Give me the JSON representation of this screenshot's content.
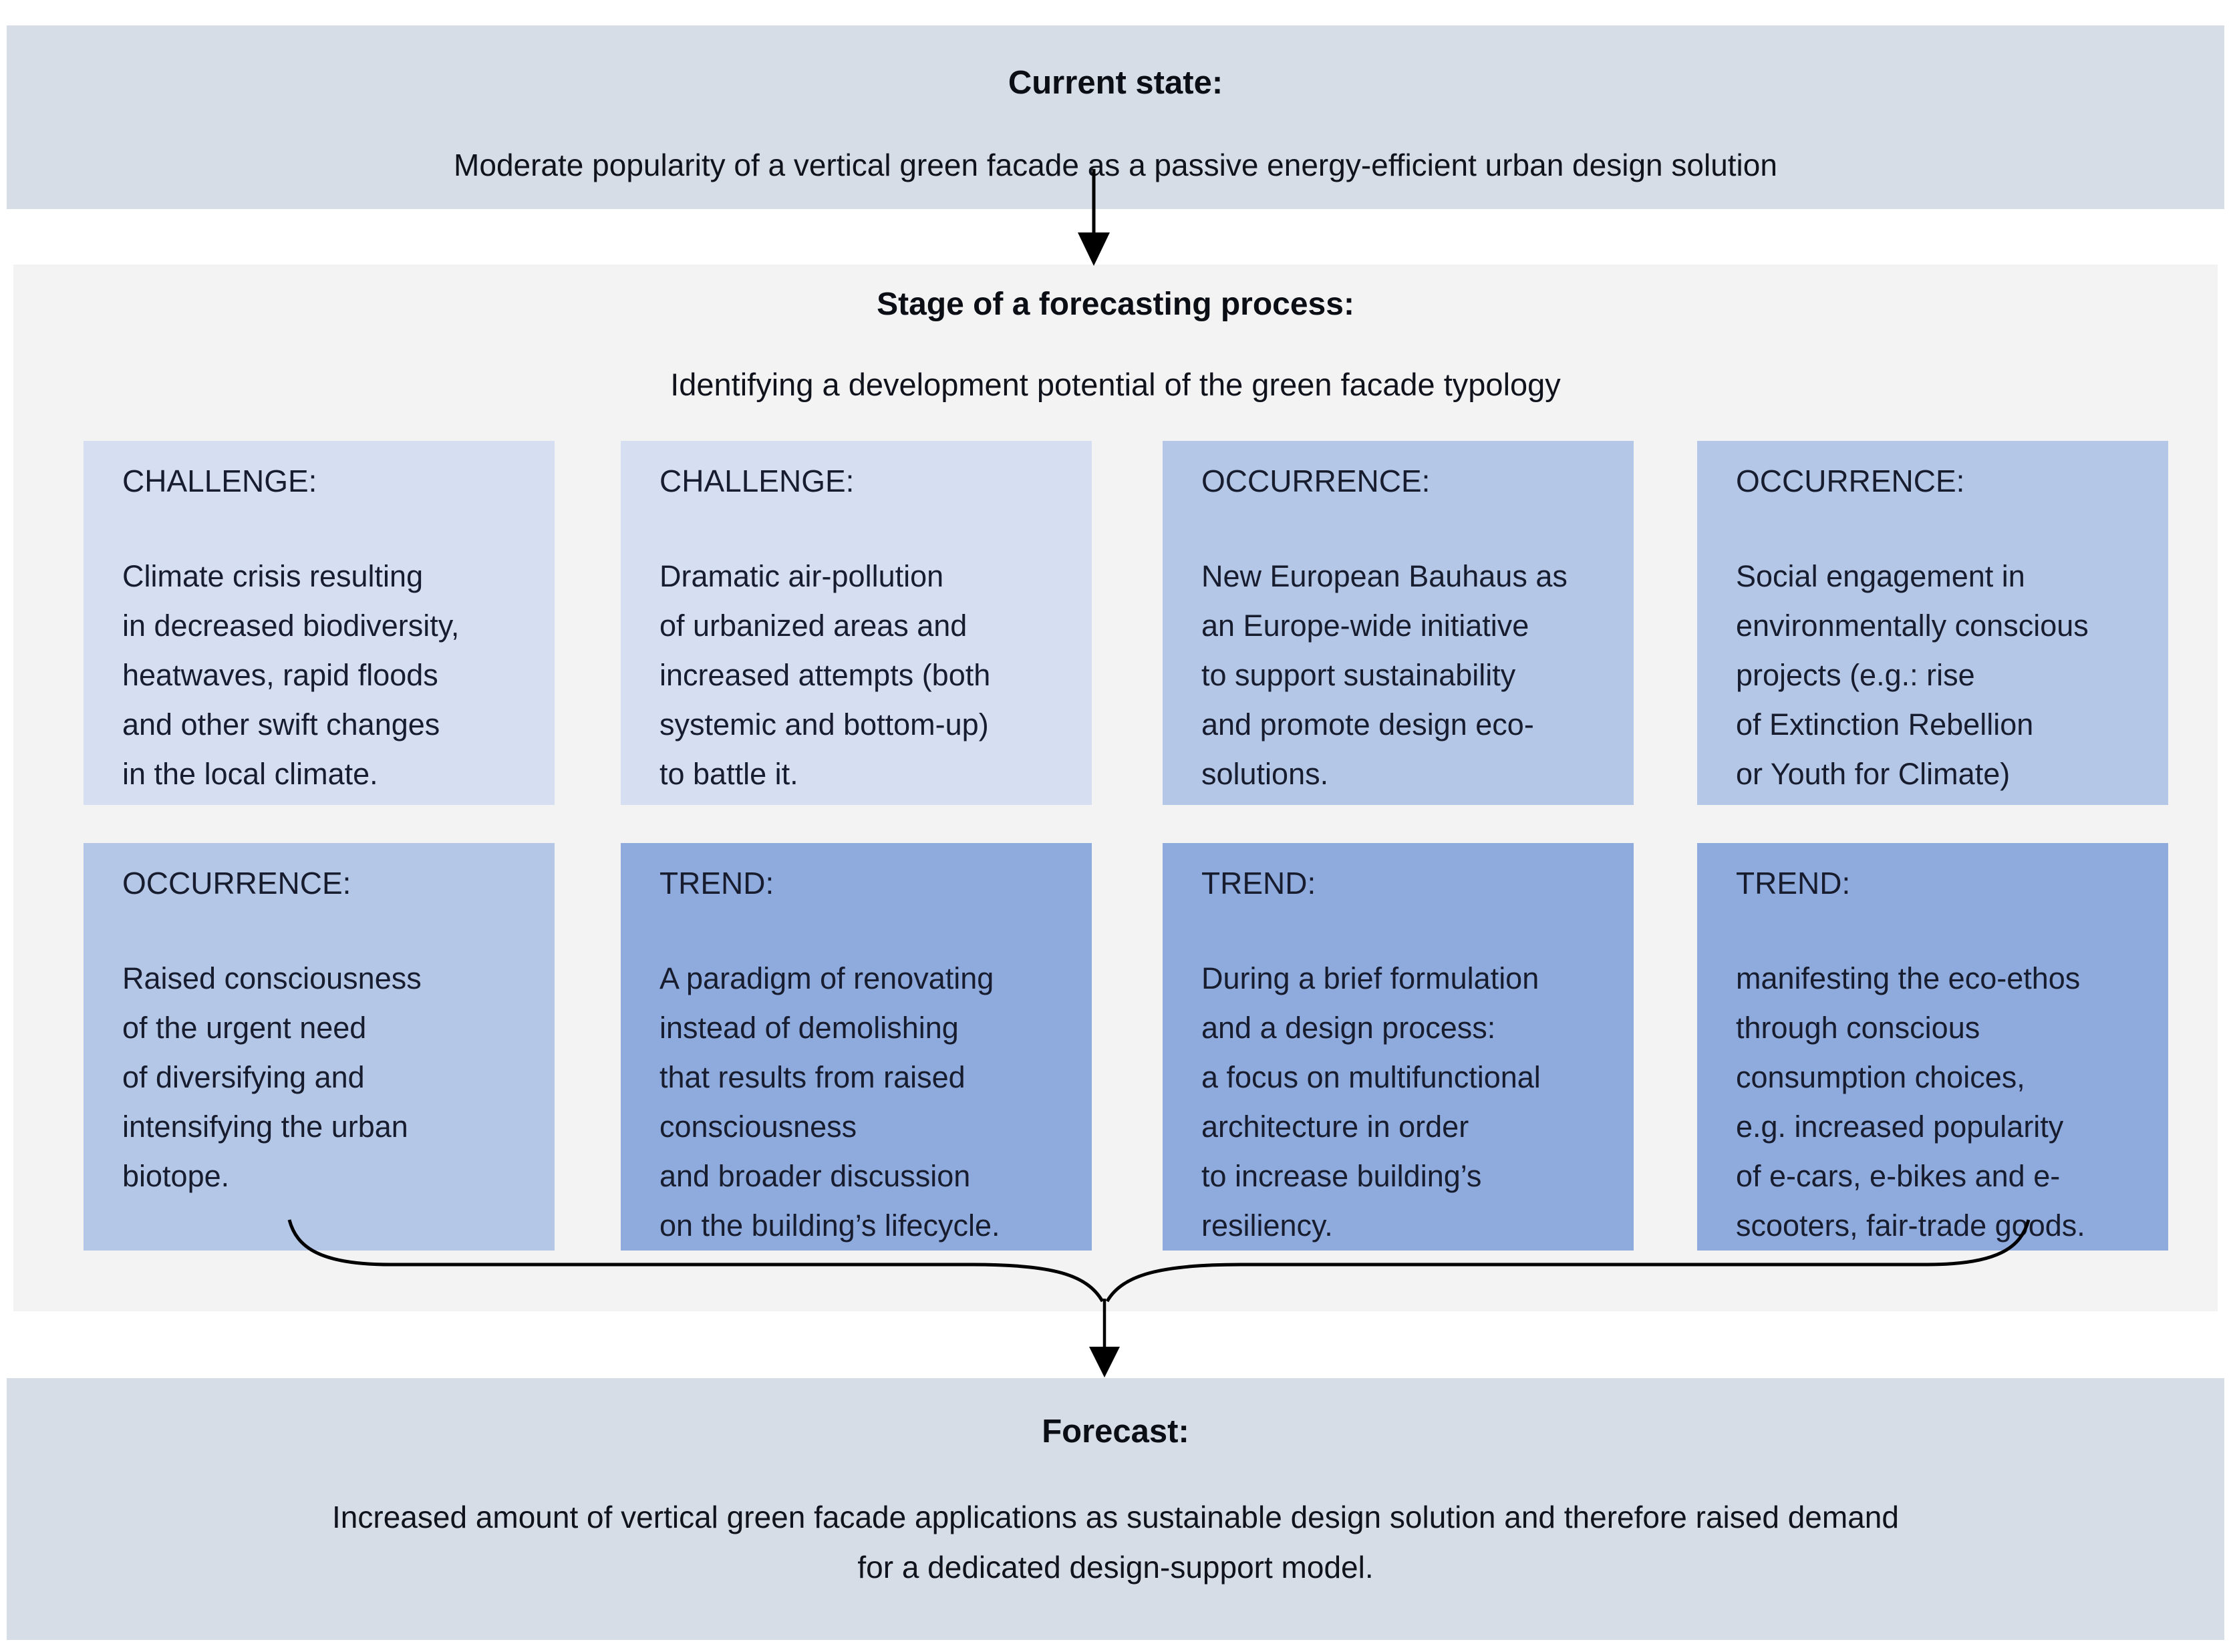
{
  "top_box": {
    "title": "Current state:",
    "text": "Moderate popularity of a vertical green facade as a passive energy-efficient urban design solution"
  },
  "process_section": {
    "title": "Stage of a forecasting process:",
    "subtitle": "Identifying a development potential of the green facade typology",
    "cards": [
      {
        "label": "CHALLENGE:",
        "tone": "light",
        "text": "Climate crisis resulting\nin decreased biodiversity,\nheatwaves, rapid floods\nand other swift changes\nin the local climate."
      },
      {
        "label": "CHALLENGE:",
        "tone": "light",
        "text": "Dramatic air-pollution\nof urbanized areas and\nincreased attempts (both\nsystemic and bottom-up)\nto battle it."
      },
      {
        "label": "OCCURRENCE:",
        "tone": "medium",
        "text": "New European Bauhaus as\nan Europe-wide initiative\nto support sustainability\nand promote design eco-\nsolutions."
      },
      {
        "label": "OCCURRENCE:",
        "tone": "medium",
        "text": "Social engagement in\nenvironmentally conscious\nprojects (e.g.: rise\nof Extinction Rebellion\nor Youth for Climate)"
      },
      {
        "label": "OCCURRENCE:",
        "tone": "medium",
        "text": "Raised consciousness\nof the urgent need\nof diversifying and\nintensifying the urban\nbiotope."
      },
      {
        "label": "TREND:",
        "tone": "dark",
        "text": "A paradigm of renovating\ninstead of demolishing\nthat results from raised\nconsciousness\nand broader discussion\non the building’s lifecycle."
      },
      {
        "label": "TREND:",
        "tone": "dark",
        "text": "During a brief formulation\nand a design process:\na focus on multifunctional\narchitecture in order\nto increase building’s\nresiliency."
      },
      {
        "label": "TREND:",
        "tone": "dark",
        "text": "manifesting the eco-ethos\nthrough conscious\nconsumption choices,\ne.g. increased popularity\nof e-cars, e-bikes and e-\nscooters, fair-trade goods."
      }
    ]
  },
  "forecast_box": {
    "title": "Forecast:",
    "text": "Increased amount of vertical green facade applications as sustainable design solution and therefore raised demand\nfor a dedicated design-support model."
  },
  "colors": {
    "band": "#d7dde6",
    "section": "#f3f3f4",
    "card_light": "#d6dff2",
    "card_medium": "#b4c7e7",
    "card_dark": "#8faadc",
    "arrow": "#000000"
  }
}
